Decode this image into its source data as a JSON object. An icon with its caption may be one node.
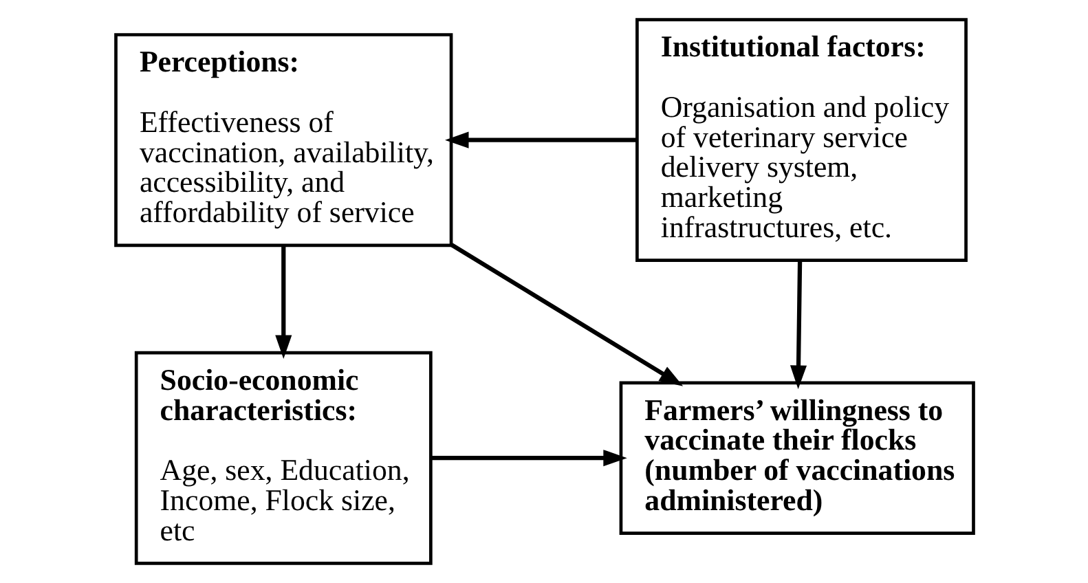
{
  "diagram": {
    "nodes": [
      {
        "text": [
          "Perceptions:",
          "Effectiveness of vaccination, availability, accessibility, and affordability of service"
        ]
      },
      {
        "text": [
          "Institutional factors:",
          "Organisation and policy of veterinary service delivery system, marketing infrastructures, etc."
        ]
      },
      {
        "text": [
          "Socio-economic characteristics:",
          "Age, sex, Education, Income, Flock size, etc"
        ]
      },
      {
        "text": [
          "Farmers’ willingness to vaccinate their flocks (number of vaccinations administered)"
        ]
      }
    ],
    "edges": [
      {
        "from": 1,
        "to": 0,
        "arrow": "to"
      },
      {
        "from": 0,
        "to": 2,
        "arrow": "to"
      },
      {
        "from": 1,
        "to": 3,
        "arrow": "to"
      },
      {
        "from": 0,
        "to": 3,
        "arrow": "to"
      },
      {
        "from": 2,
        "to": 3,
        "arrow": "to"
      }
    ]
  }
}
